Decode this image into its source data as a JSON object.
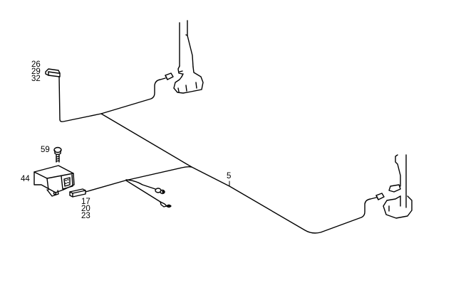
{
  "diagram": {
    "type": "parts-exploded-wiring-diagram",
    "background_color": "#ffffff",
    "line_color": "#000000",
    "callouts": {
      "upper_left_connector": [
        "26",
        "29",
        "32"
      ],
      "screw": "59",
      "control_unit": "44",
      "lower_connector": [
        "17",
        "20",
        "23"
      ],
      "main_harness": "5"
    },
    "components": [
      {
        "name": "upper-left-connector-plug",
        "callouts": [
          "26",
          "29",
          "32"
        ]
      },
      {
        "name": "screw",
        "callouts": [
          "59"
        ]
      },
      {
        "name": "control-unit-module",
        "callouts": [
          "44"
        ]
      },
      {
        "name": "lower-connector-plug",
        "callouts": [
          "17",
          "20",
          "23"
        ]
      },
      {
        "name": "wiring-harness",
        "callouts": [
          "5"
        ]
      },
      {
        "name": "left-seat-belt-buckle-sensor"
      },
      {
        "name": "right-seat-belt-buckle-sensor"
      },
      {
        "name": "branch-sensor-plug"
      },
      {
        "name": "branch-ground-terminal"
      }
    ]
  }
}
